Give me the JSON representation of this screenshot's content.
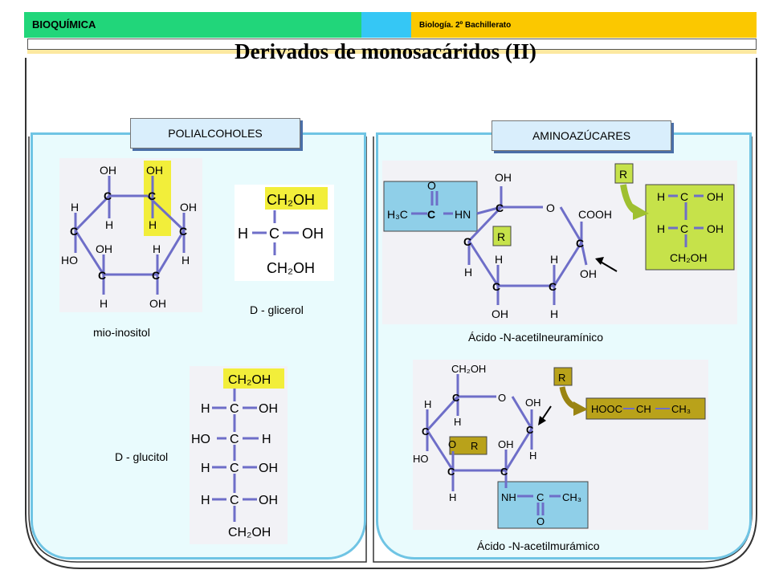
{
  "header": {
    "left_label": "BIOQUÍMICA",
    "right_label": "Biología. 2º Bachillerato"
  },
  "title": "Derivados de monosacáridos (II)",
  "polyalcohols": {
    "tab_label": "POLIALCOHOLES",
    "inositol_caption": "mio-inositol",
    "glycerol_caption": "D - glicerol",
    "glucitol_caption": "D - glucitol"
  },
  "aminosugars": {
    "tab_label": "AMINOAZÚCARES",
    "neuraminic_caption": "Ácido -N-acetilneuramínico",
    "muramic_caption": "Ácido -N-acetilmurámico"
  },
  "formulas": {
    "oh": "OH",
    "h": "H",
    "c": "C",
    "ho": "HO",
    "o": "O",
    "r": "R",
    "ch2oh": "CH₂OH",
    "cooh": "COOH",
    "hn": "HN",
    "nh": "NH",
    "h3c": "H₃C",
    "ch3": "CH₃",
    "hooc": "HOOC",
    "ch": "CH",
    "o_r": "O—R"
  },
  "colors": {
    "highlight_yellow": "#f2ee3a",
    "lime": "#c6e24a",
    "blue_box": "#8fcfe8",
    "olive": "#b9a21a",
    "bond_blue": "#6e6ec8"
  }
}
